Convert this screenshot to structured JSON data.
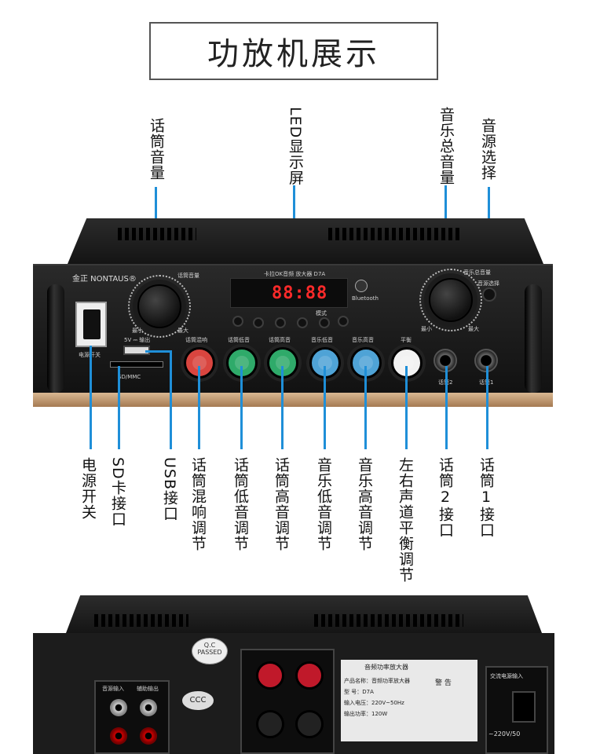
{
  "title": "功放机展示",
  "top_callouts": [
    {
      "id": "mic-volume",
      "text": "话筒音量"
    },
    {
      "id": "led-display",
      "text": "LED显示屏"
    },
    {
      "id": "music-master-volume",
      "text": "音乐总音量"
    },
    {
      "id": "source-select",
      "text": "音源选择"
    }
  ],
  "bottom_callouts": [
    {
      "id": "power-switch",
      "text": "电源开关"
    },
    {
      "id": "sd-port",
      "text": "SD卡接口"
    },
    {
      "id": "usb-port",
      "text": "USB接口"
    },
    {
      "id": "mic-echo",
      "text": "话筒混响调节"
    },
    {
      "id": "mic-bass",
      "text": "话筒低音调节"
    },
    {
      "id": "mic-treble",
      "text": "话筒高音调节"
    },
    {
      "id": "music-bass",
      "text": "音乐低音调节"
    },
    {
      "id": "music-treble",
      "text": "音乐高音调节"
    },
    {
      "id": "balance",
      "text": "左右声道平衡调节"
    },
    {
      "id": "mic2-jack",
      "text": "话筒2接口"
    },
    {
      "id": "mic1-jack",
      "text": "话筒1接口"
    }
  ],
  "panel": {
    "brand": "金正 NONTAUS®",
    "model_text": "卡拉OK音频 放大器 D7A",
    "display_digits": "88:88",
    "bluetooth": "Bluetooth",
    "mic_volume_label": "话筒音量",
    "music_volume_label": "音乐总音量",
    "source_label": "音源选择",
    "mode_label": "模式",
    "power_label": "电源开关",
    "sd_label": "SD/MMC",
    "usb_label": "5V ⎓ 输出",
    "knob_labels": [
      "话筒混响",
      "话筒低音",
      "话筒高音",
      "音乐低音",
      "音乐高音",
      "平衡"
    ],
    "mic2_label": "话筒2",
    "mic1_label": "话筒1",
    "min_label": "最小",
    "max_label": "最大"
  },
  "knob_colors": {
    "echo": "#d9453f",
    "mic_bass": "#2faa6a",
    "mic_treble": "#2faa6a",
    "music_bass": "#4fa3d6",
    "music_treble": "#4fa3d6",
    "balance": "#f2f2f2"
  },
  "accent_color": "#1f8fd8",
  "rear": {
    "qc_label": "Q.C PASSED",
    "ccc_label": "CCC",
    "plate_title": "音频功率放大器",
    "plate_lines": [
      "产品名称：音频功率放大器",
      "型 号：D7A",
      "输入电压：220V~50Hz",
      "输出功率：120W"
    ],
    "warning": "警 告",
    "ac_input": "交流电源输入",
    "voltage": "~220V/50",
    "audio_in": "音源输入",
    "aux_out": "辅助输出"
  }
}
